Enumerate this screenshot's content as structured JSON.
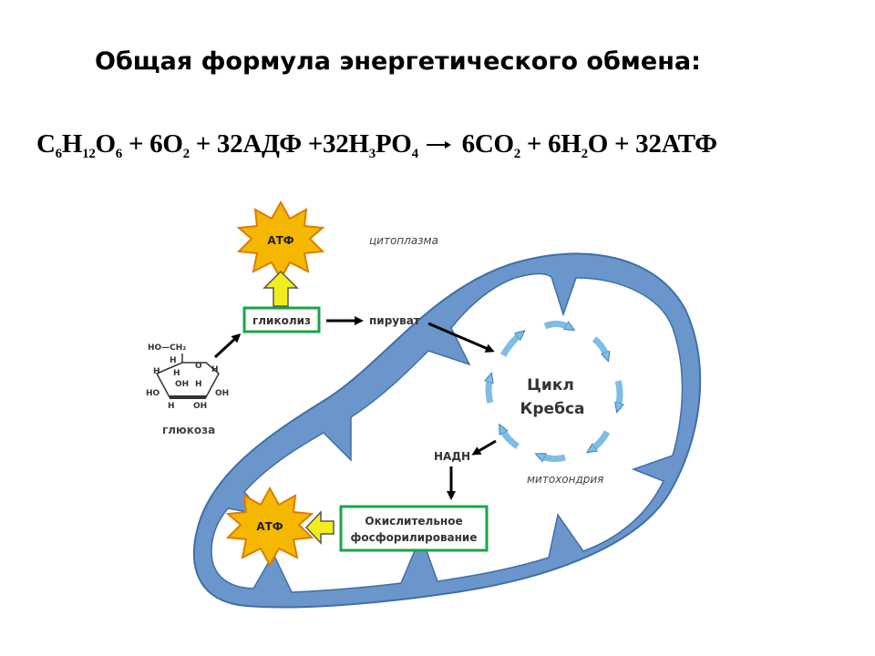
{
  "title": "Общая формула энергетического обмена:",
  "formula": {
    "left": [
      {
        "text": "C"
      },
      {
        "sub": "6"
      },
      {
        "text": "H"
      },
      {
        "sub": "12"
      },
      {
        "text": "O"
      },
      {
        "sub": "6"
      },
      {
        "text": " + 6O"
      },
      {
        "sub": "2"
      },
      {
        "text": " + 32АДФ +32H"
      },
      {
        "sub": "3"
      },
      {
        "text": "PO"
      },
      {
        "sub": "4"
      }
    ],
    "right": [
      {
        "text": "6CO"
      },
      {
        "sub": "2"
      },
      {
        "text": " + 6H"
      },
      {
        "sub": "2"
      },
      {
        "text": "O + 32АТФ"
      }
    ]
  },
  "diagram": {
    "cytoplasm_label": "цитоплазма",
    "mitochondria_label": "митохондрия",
    "atp_top": "АТФ",
    "atp_bottom": "АТФ",
    "glycolysis": "гликолиз",
    "pyruvate": "пируват",
    "krebs_line1": "Цикл",
    "krebs_line2": "Кребса",
    "nadh": "НАДН",
    "oxphos_line1": "Окислительное",
    "oxphos_line2": "фосфорилирование",
    "glucose": {
      "name": "глюкоза",
      "ho_ch2": "HO—CH₂",
      "o": "O",
      "h": "H",
      "oh": "OH",
      "ho": "HO"
    }
  },
  "colors": {
    "membrane": "#6a96cc",
    "membrane_stroke": "#3f6fa8",
    "green_box": "#1aa34a",
    "star_fill": "#f5b800",
    "star_stroke": "#e07b00",
    "yellow_arrow": "#f2ee1e",
    "krebs_arrow": "#7fbde3"
  }
}
